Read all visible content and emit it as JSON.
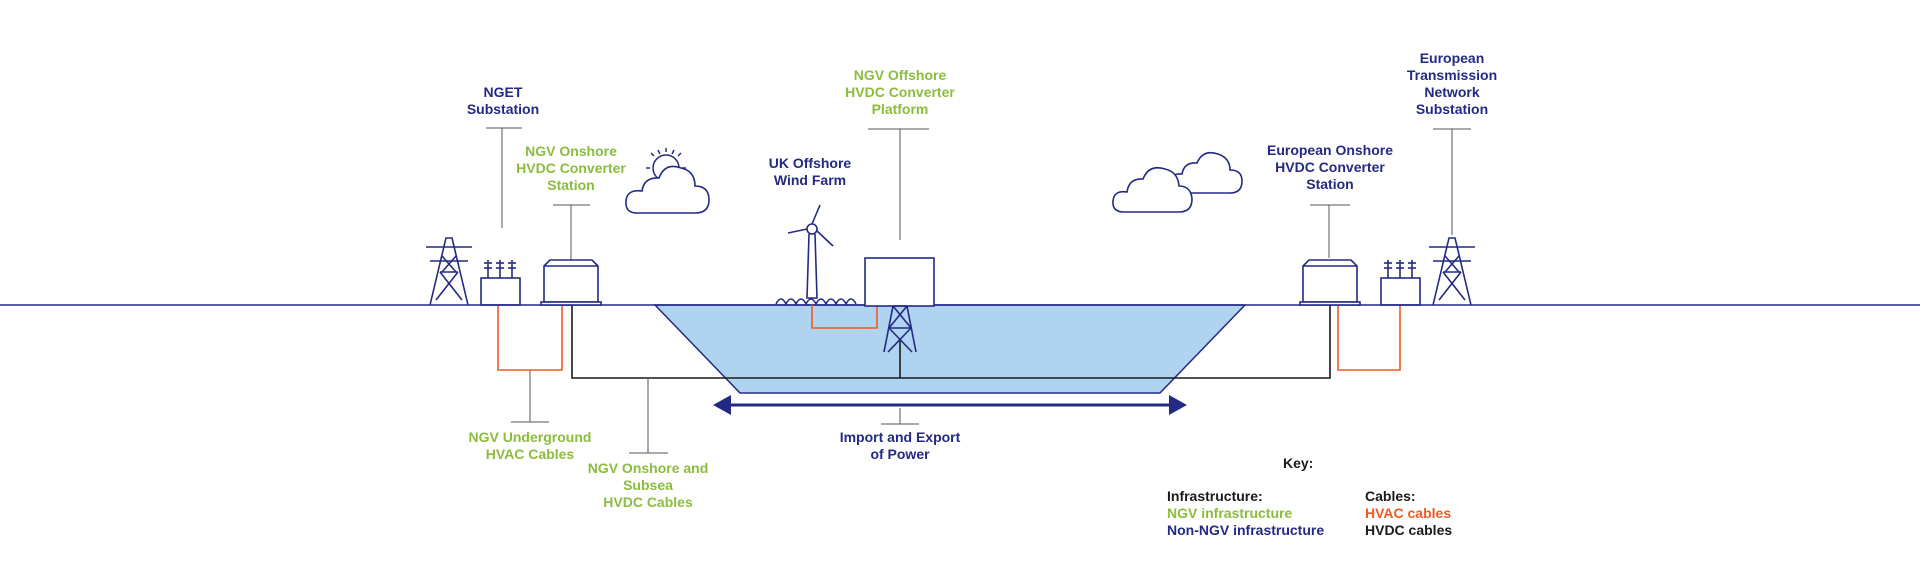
{
  "labels": {
    "nget_substation": [
      "NGET",
      "Substation"
    ],
    "ngv_onshore_converter": [
      "NGV Onshore",
      "HVDC Converter",
      "Station"
    ],
    "uk_wind_farm": [
      "UK Offshore",
      "Wind Farm"
    ],
    "ngv_offshore_platform": [
      "NGV Offshore",
      "HVDC Converter",
      "Platform"
    ],
    "european_onshore_converter": [
      "European Onshore",
      "HVDC Converter",
      "Station"
    ],
    "european_transmission": [
      "European",
      "Transmission",
      "Network",
      "Substation"
    ],
    "ngv_underground_hvac": [
      "NGV Underground",
      "HVAC Cables"
    ],
    "ngv_onshore_subsea": [
      "NGV Onshore and",
      "Subsea",
      "HVDC Cables"
    ],
    "import_export": [
      "Import and Export",
      "of Power"
    ]
  },
  "key": {
    "title": "Key:",
    "infrastructure_heading": "Infrastructure:",
    "ngv_infrastructure": "NGV infrastructure",
    "non_ngv_infrastructure": "Non-NGV infrastructure",
    "cables_heading": "Cables:",
    "hvac_cables": "HVAC cables",
    "hvdc_cables": "HVDC cables"
  },
  "colors": {
    "ngv_green": "#8bbd3c",
    "non_ngv_navy": "#232a85",
    "hvac_orange": "#ee5a24",
    "hvdc_black": "#1a1a1a",
    "sea_blue": "#b0d3f0"
  },
  "icons": [
    "pylon-icon",
    "transformer-icon",
    "converter-station-icon",
    "wind-turbine-icon",
    "offshore-platform-icon",
    "cloud-icon",
    "sun-icon",
    "double-arrow-icon"
  ]
}
